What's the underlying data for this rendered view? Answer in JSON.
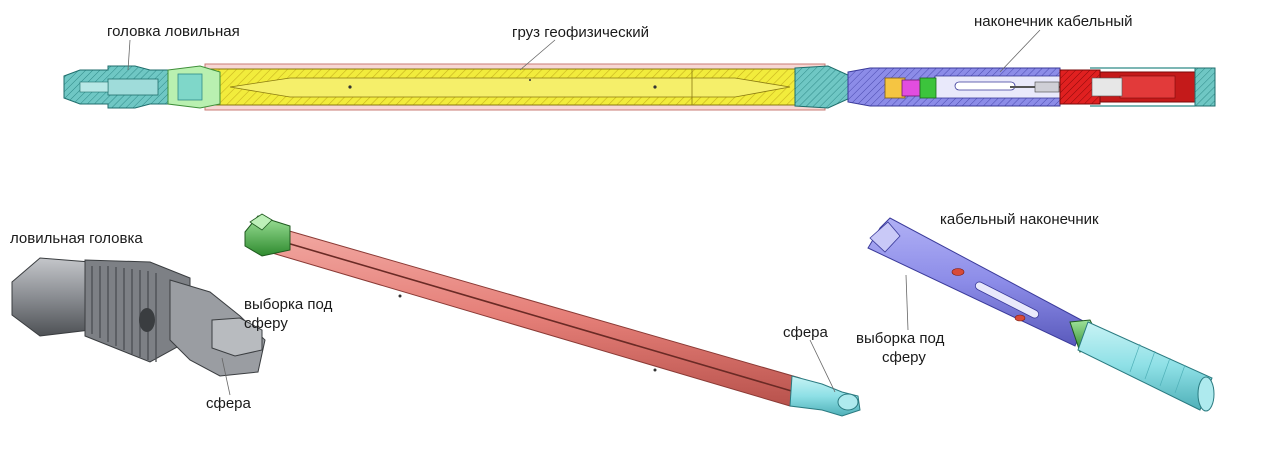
{
  "labels": {
    "head_top": "головка ловильная",
    "weight_top": "груз геофизический",
    "cable_top": "наконечник кабельный",
    "head_bottom": "ловильная головка",
    "cable_bottom": "кабельный наконечник",
    "groove_left_1": "выборка под",
    "groove_left_2": "сферу",
    "sphere_left": "сфера",
    "sphere_mid": "сфера",
    "groove_right_1": "выборка под",
    "groove_right_2": "сферу"
  },
  "colors": {
    "head_teal": "#6fc7c4",
    "weight_yellow": "#f2ec3c",
    "weight_hatch": "#c7b21e",
    "sleeve_green": "#b9f0b0",
    "cable_blue": "#8c8ce8",
    "cable_red": "#e02020",
    "body_pink": "#e57f78",
    "sphere_cyan": "#8ee0e6",
    "grey_metal": "#8a8d92"
  }
}
